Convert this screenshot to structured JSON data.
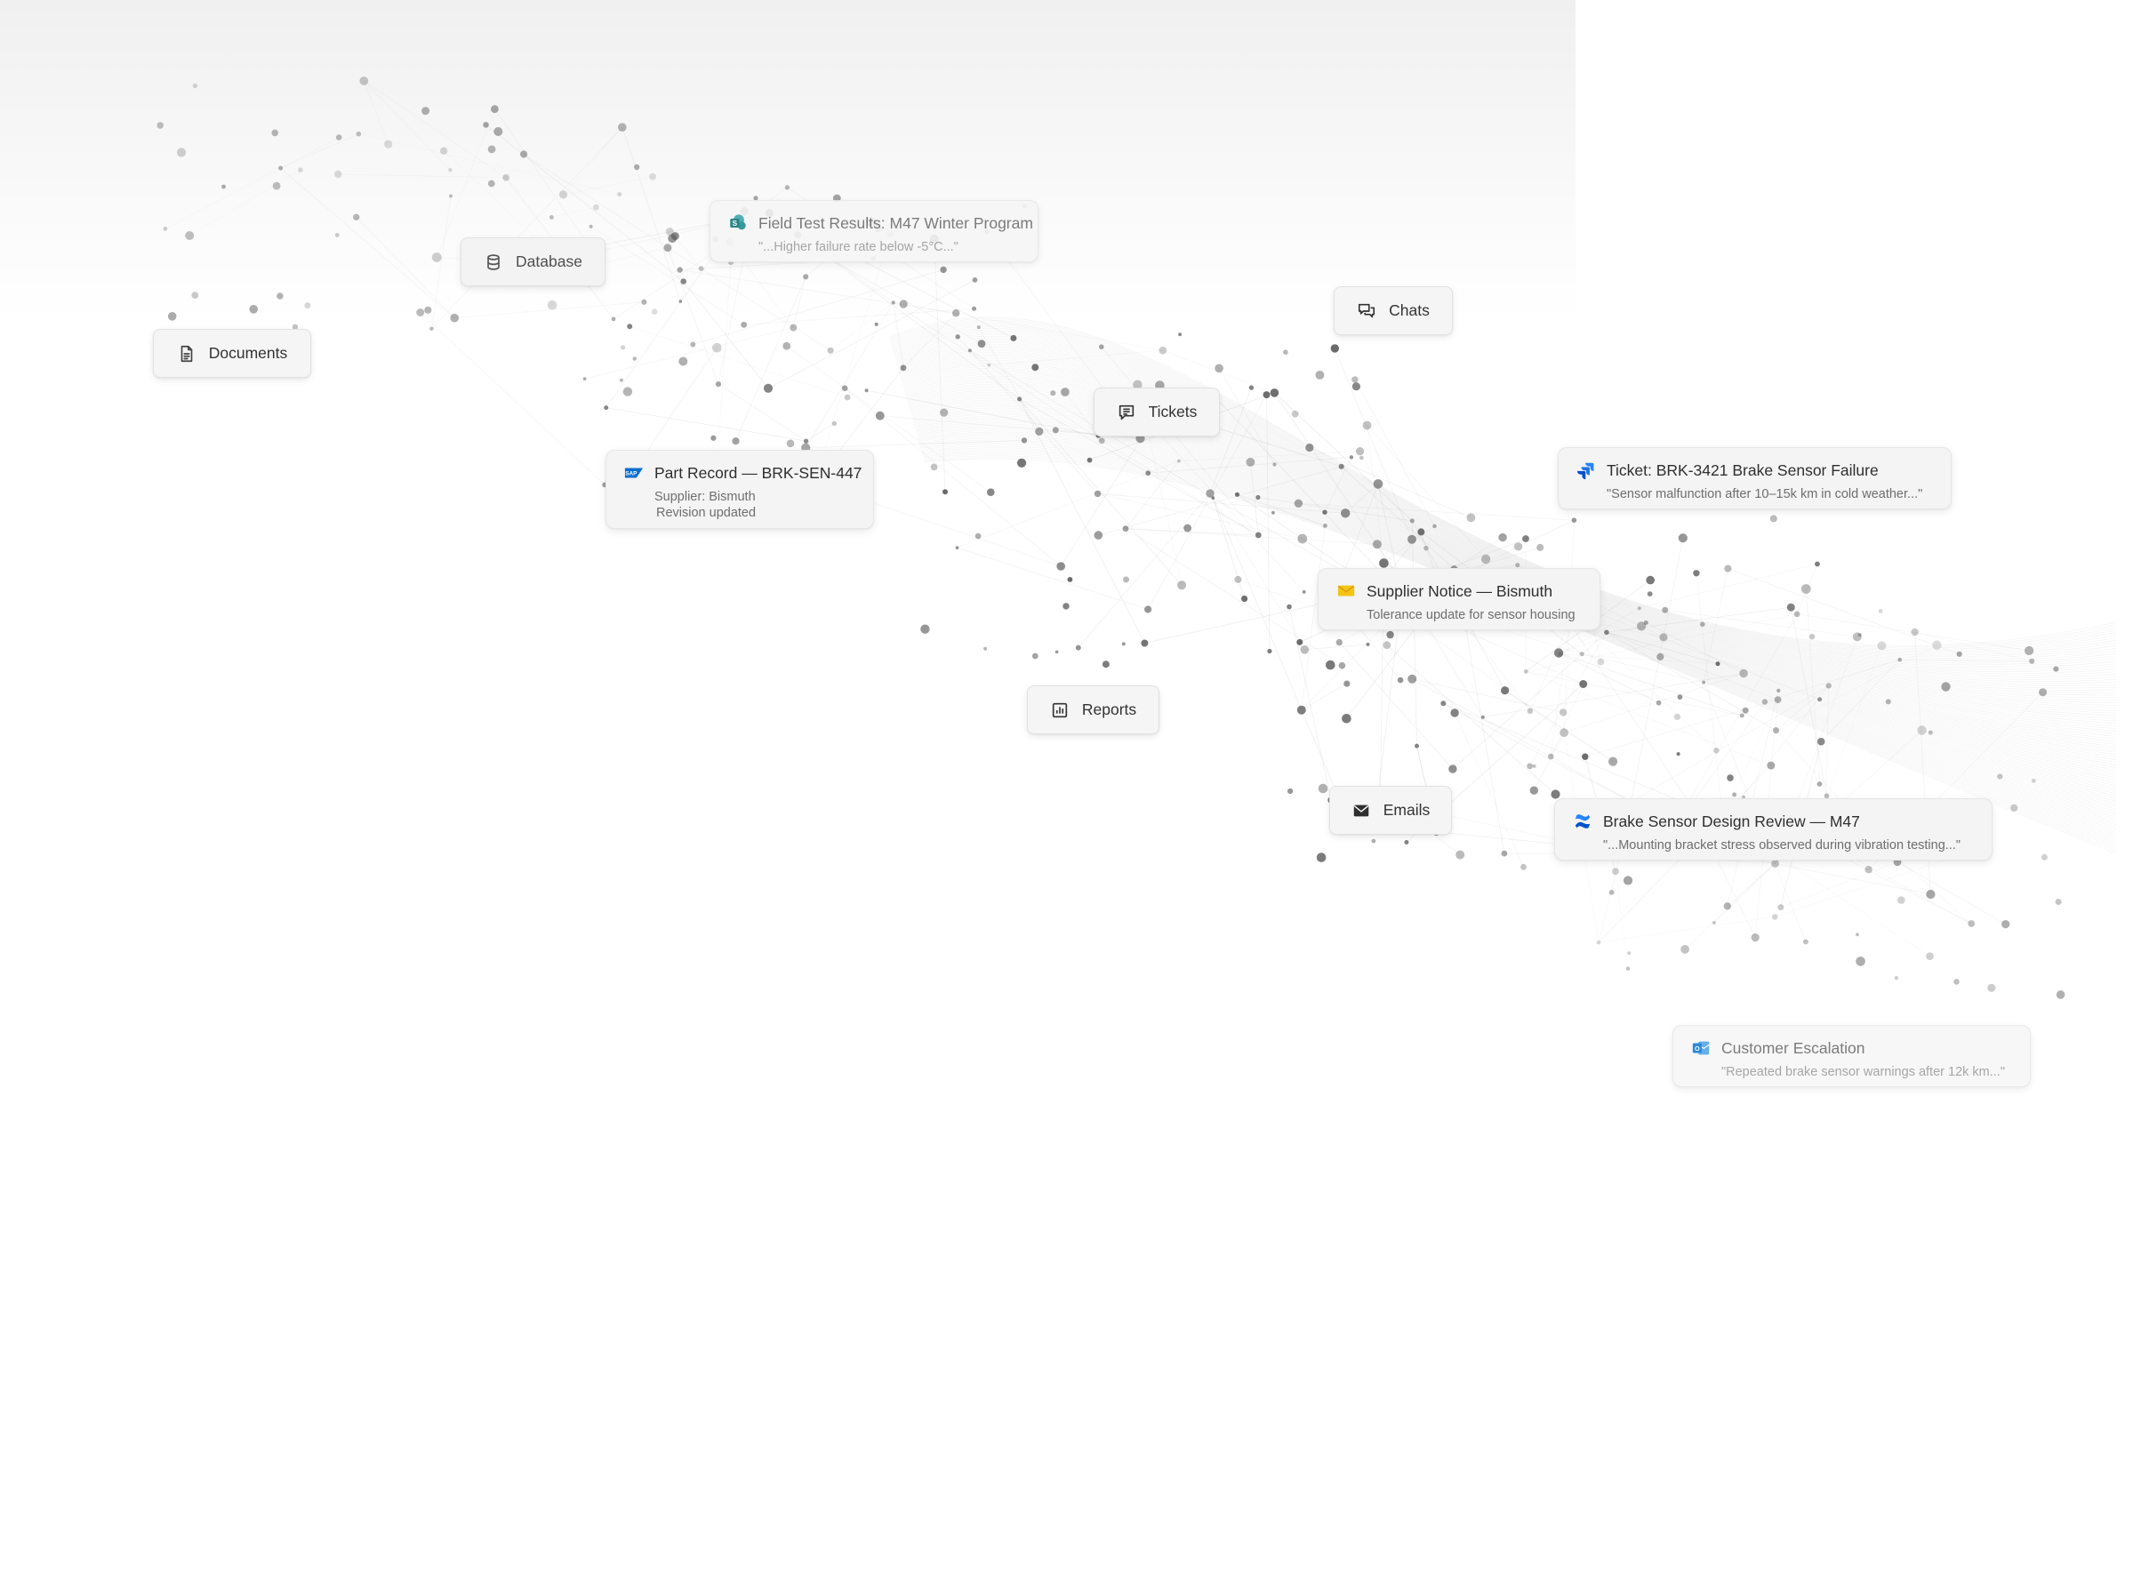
{
  "chips": {
    "documents": {
      "label": "Documents",
      "icon": "document-icon"
    },
    "database": {
      "label": "Database",
      "icon": "database-icon"
    },
    "chats": {
      "label": "Chats",
      "icon": "chat-icon"
    },
    "tickets": {
      "label": "Tickets",
      "icon": "ticket-icon"
    },
    "reports": {
      "label": "Reports",
      "icon": "bar-chart-icon"
    },
    "emails": {
      "label": "Emails",
      "icon": "mail-icon"
    }
  },
  "cards": {
    "field_test": {
      "title": "Field Test Results: M47 Winter Program",
      "excerpt": "\"...Higher failure rate below -5°C...\"",
      "icon": "sharepoint-icon"
    },
    "part_record": {
      "title": "Part Record — BRK-SEN-447",
      "line1": "Supplier: Bismuth",
      "line2": "Revision updated",
      "icon": "sap-icon"
    },
    "ticket": {
      "title": "Ticket: BRK-3421 Brake Sensor Failure",
      "excerpt": "\"Sensor malfunction after 10–15k km in cold weather...\"",
      "icon": "jira-icon"
    },
    "supplier_notice": {
      "title": "Supplier Notice — Bismuth",
      "excerpt": "Tolerance update for sensor housing",
      "icon": "envelope-icon"
    },
    "design_review": {
      "title": "Brake Sensor Design Review — M47",
      "excerpt": "\"...Mounting bracket stress observed during vibration testing...\"",
      "icon": "confluence-icon"
    },
    "escalation": {
      "title": "Customer Escalation",
      "excerpt": "\"Repeated brake sensor warnings after 12k km...\"",
      "icon": "outlook-icon"
    }
  },
  "colors": {
    "node": "#5a5a5a",
    "edge": "#9a9a9a",
    "sap_blue": "#0a6ed1",
    "jira_blue": "#2684ff",
    "sharepoint_teal": "#1f9aa0",
    "envelope_yellow": "#f3c316",
    "outlook_blue": "#0f78d4"
  }
}
